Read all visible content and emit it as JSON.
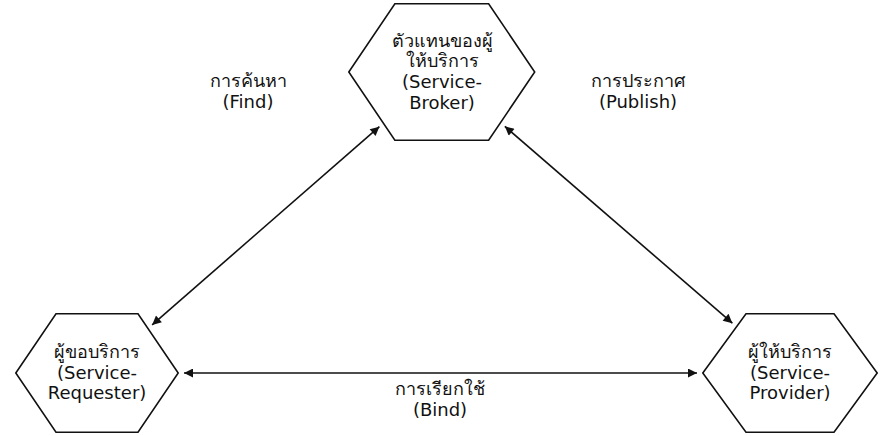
{
  "diagram": {
    "nodes": [
      {
        "text": [
          "ตัวแทนของผู้ ให้บริการ (Service- Broker)"
        ]
      },
      {
        "text": [
          "ผู้ขอบริการ (Service- Requester)"
        ]
      },
      {
        "text": [
          "ผู้ให้บริการ (Service- Provider)"
        ]
      }
    ],
    "edges": [
      {
        "from": 1,
        "to": 0,
        "label": "การค้นหา (Find)",
        "arrow": "both"
      },
      {
        "from": 0,
        "to": 2,
        "label": "การประกาศ (Publish)",
        "arrow": "both"
      },
      {
        "from": 1,
        "to": 2,
        "label": "การเรียกใช้ (Bind)",
        "arrow": "both"
      }
    ]
  }
}
